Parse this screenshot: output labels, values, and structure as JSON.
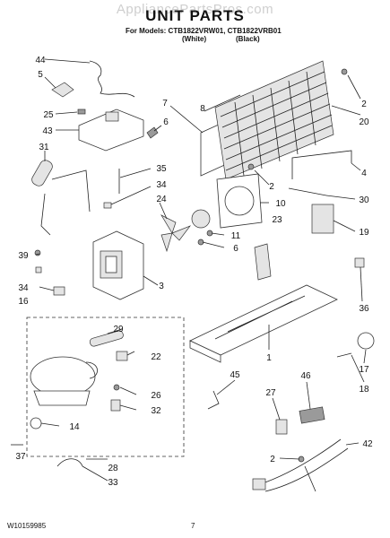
{
  "header": {
    "watermark": "AppliancePartsPros.com",
    "title": "UNIT PARTS",
    "models_line": "For Models: CTB1822VRW01, CTB1822VRB01",
    "white_label": "(White)",
    "black_label": "(Black)"
  },
  "footer": {
    "doc_number": "W10159985",
    "page_number": "7"
  },
  "callouts": [
    "44",
    "5",
    "25",
    "43",
    "31",
    "39",
    "34",
    "16",
    "7",
    "6",
    "35",
    "34",
    "24",
    "8",
    "10",
    "11",
    "6",
    "23",
    "3",
    "2",
    "20",
    "4",
    "2",
    "30",
    "19",
    "36",
    "1",
    "29",
    "22",
    "26",
    "32",
    "14",
    "37",
    "28",
    "33",
    "45",
    "46",
    "27",
    "2",
    "42",
    "17",
    "18"
  ]
}
